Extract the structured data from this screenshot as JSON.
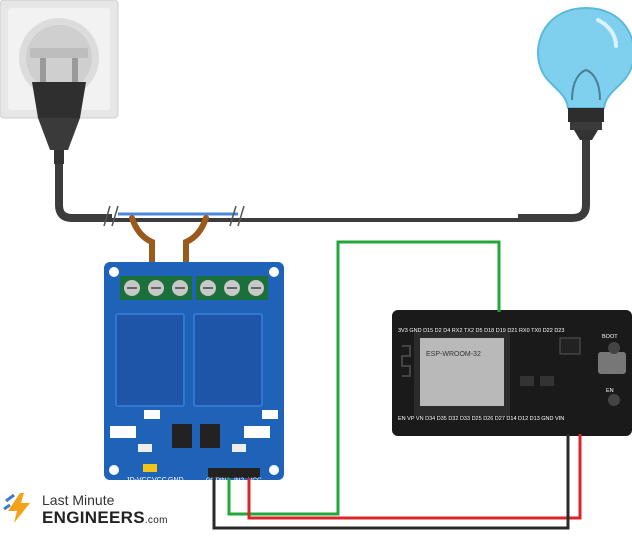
{
  "relay": {
    "pin_labels": [
      "JD-VCC",
      "VCC",
      "GND"
    ],
    "input_labels": [
      "GND",
      "IN1",
      "IN2",
      "VCC"
    ]
  },
  "esp32": {
    "module_label": "ESP-WROOM-32",
    "top_pins": "3V3 GND D15 D2 D4 RX2 TX2 D5 D18 D19 D21 RX0 TX0 D22 D23",
    "bottom_pins": "EN VP VN D34 D35 D32 D33 D25 D26 D27 D14 D12 D13 GND VIN",
    "boot_label": "BOOT",
    "en_label": "EN"
  },
  "brand": {
    "line1": "Last Minute",
    "line2": "ENGINEERS",
    "suffix": ".com"
  },
  "colors": {
    "relay_board": "#1e63b8",
    "esp_board": "#1a1a1a",
    "wire_green": "#22a83a",
    "wire_red": "#d8262a",
    "wire_black": "#2a2a2a",
    "bulb": "#7fd0ee",
    "cable": "#3c3c3c"
  }
}
